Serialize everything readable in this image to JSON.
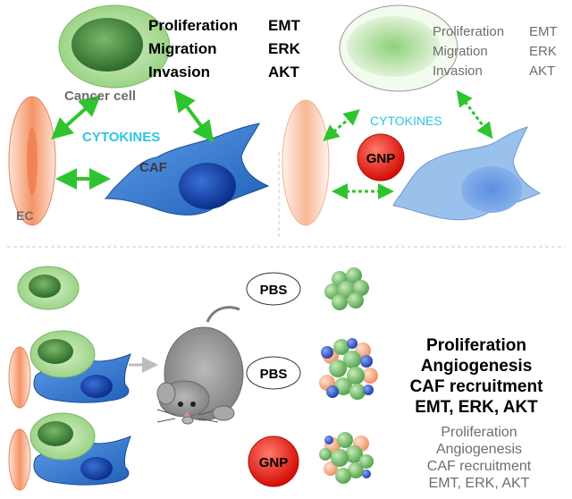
{
  "panel_top_left": {
    "effects_left": [
      "Proliferation",
      "Migration",
      "Invasion"
    ],
    "effects_right": [
      "EMT",
      "ERK",
      "AKT"
    ],
    "cancer_cell_label": "Cancer cell",
    "cytokines_label": "CYTOKINES",
    "caf_label": "CAF",
    "ec_label": "EC"
  },
  "panel_top_right": {
    "effects_left": [
      "Proliferation",
      "Migration",
      "Invasion"
    ],
    "effects_right": [
      "EMT",
      "ERK",
      "AKT"
    ],
    "cytokines_label": "CYTOKINES",
    "gnp_label": "GNP"
  },
  "panel_bottom": {
    "treatments": [
      "PBS",
      "PBS",
      "GNP"
    ],
    "outcome_strong": [
      "Proliferation",
      "Angiogenesis",
      "CAF recruitment",
      "EMT, ERK, AKT"
    ],
    "outcome_weak": [
      "Proliferation",
      "Angiogenesis",
      "CAF recruitment",
      "EMT, ERK, AKT"
    ]
  },
  "colors": {
    "cancer_green": "#7fbf6a",
    "caf_blue": "#2e6fc9",
    "ec_orange": "#f6a37a",
    "arrow_green": "#2fc42f",
    "cytokine_cyan": "#2bc4e6",
    "gnp_red": "#e4140e",
    "mouse_gray": "#8c8c8c"
  }
}
